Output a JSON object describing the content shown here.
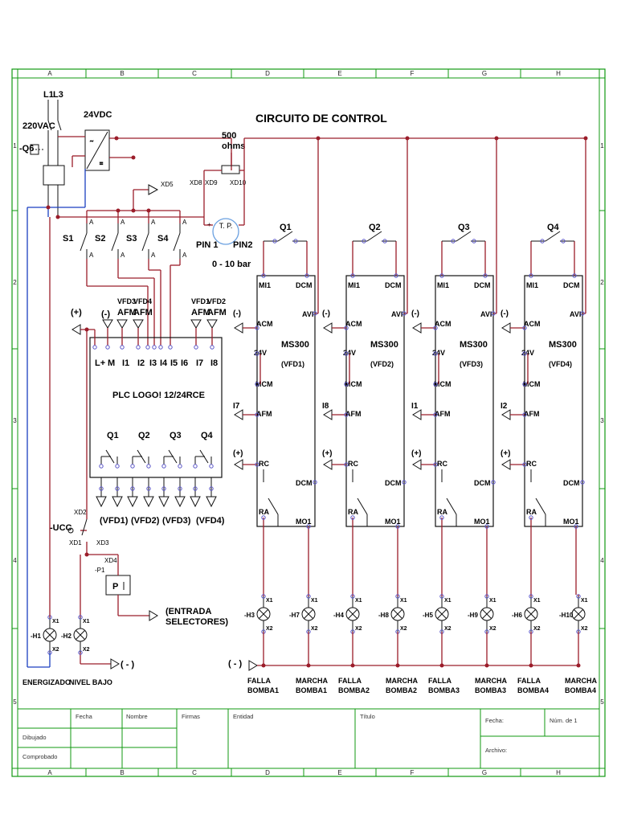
{
  "title": "CIRCUITO DE CONTROL",
  "frame": {
    "columns": [
      "A",
      "B",
      "C",
      "D",
      "E",
      "F",
      "G",
      "H"
    ],
    "rows": [
      "1",
      "2",
      "3",
      "4",
      "5"
    ]
  },
  "supply": {
    "ac_label": "220VAC",
    "l1": "L1",
    "l3": "L3",
    "q6": "-Q6",
    "dc_label": "24VDC"
  },
  "transducer": {
    "resistor": "500",
    "resistor_unit": "ohms",
    "xd8": "XD8",
    "xd9": "XD9",
    "xd10": "XD10",
    "label": "T. P.",
    "pin1": "PIN 1",
    "pin2": "PIN2",
    "range": "0 - 10 bar",
    "plus": "+",
    "minus": "-"
  },
  "selectors": {
    "xd5": "XD5",
    "names": [
      "S1",
      "S2",
      "S3",
      "S4"
    ],
    "a": "A"
  },
  "plc": {
    "title": "PLC  LOGO!  12/24RCE",
    "inputs": [
      "L+",
      "M",
      "I1",
      "I2",
      "I3",
      "I4",
      "I5",
      "I6",
      "I7",
      "I8"
    ],
    "top_tags": [
      "(+)",
      "(-)",
      "VFD3",
      "AFM",
      "VFD4",
      "AFM",
      "VFD1",
      "AFM",
      "VFD2",
      "AFM"
    ],
    "outputs": [
      "Q1",
      "Q2",
      "Q3",
      "Q4"
    ],
    "output_tags": [
      "(VFD1)",
      "(VFD2)",
      "(VFD3)",
      "(VFD4)"
    ]
  },
  "vfds": [
    {
      "q": "Q1",
      "model": "MS300",
      "tag": "(VFD1)",
      "input": "I7"
    },
    {
      "q": "Q2",
      "model": "MS300",
      "tag": "(VFD2)",
      "input": "I8"
    },
    {
      "q": "Q3",
      "model": "MS300",
      "tag": "(VFD3)",
      "input": "I1"
    },
    {
      "q": "Q4",
      "model": "MS300",
      "tag": "(VFD4)",
      "input": "I2"
    }
  ],
  "vfd_terminals": {
    "mi1": "MI1",
    "dcm": "DCM",
    "avi": "AVI",
    "acm": "ACM",
    "v24": "24V",
    "mcm": "MCM",
    "afm": "AFM",
    "rc": "RC",
    "ra": "RA",
    "mo1": "MO1",
    "minus": "(-)",
    "plus": "(+)"
  },
  "level": {
    "ucc": "-UCC",
    "xd2": "XD2",
    "xd1": "XD1",
    "xd3": "XD3",
    "xd4": "XD4",
    "p1": "-P1",
    "p": "P",
    "entrada1": "(ENTRADA",
    "entrada2": "SELECTORES)",
    "minus": "( - )"
  },
  "lamps": [
    {
      "id": "-H1",
      "caption1": "ENERGIZADO",
      "caption2": ""
    },
    {
      "id": "-H2",
      "caption1": "NIVEL BAJO",
      "caption2": ""
    },
    {
      "id": "-H3",
      "caption1": "FALLA",
      "caption2": "BOMBA1"
    },
    {
      "id": "-H7",
      "caption1": "MARCHA",
      "caption2": "BOMBA1"
    },
    {
      "id": "-H4",
      "caption1": "FALLA",
      "caption2": "BOMBA2"
    },
    {
      "id": "-H8",
      "caption1": "MARCHA",
      "caption2": "BOMBA2"
    },
    {
      "id": "-H5",
      "caption1": "FALLA",
      "caption2": "BOMBA3"
    },
    {
      "id": "-H9",
      "caption1": "MARCHA",
      "caption2": "BOMBA3"
    },
    {
      "id": "-H6",
      "caption1": "FALLA",
      "caption2": "BOMBA4"
    },
    {
      "id": "-H10",
      "caption1": "MARCHA",
      "caption2": "BOMBA4"
    }
  ],
  "lamp_terms": {
    "x1": "X1",
    "x2": "X2"
  },
  "neg_rail": "( - )",
  "title_block": {
    "fecha": "Fecha",
    "nombre": "Nombre",
    "firmas": "Firmas",
    "entidad": "Entidad",
    "titulo": "Título",
    "fecha2": "Fecha:",
    "num": "Núm. de 1",
    "dibujado": "Dibujado",
    "comprobado": "Comprobado",
    "archivo": "Archivo:"
  },
  "colors": {
    "frame": "#119911",
    "wire_red": "#9b1d2a",
    "wire_blue": "#1a3fc0",
    "wire_black": "#111111",
    "terminal": "#5a55c8"
  }
}
